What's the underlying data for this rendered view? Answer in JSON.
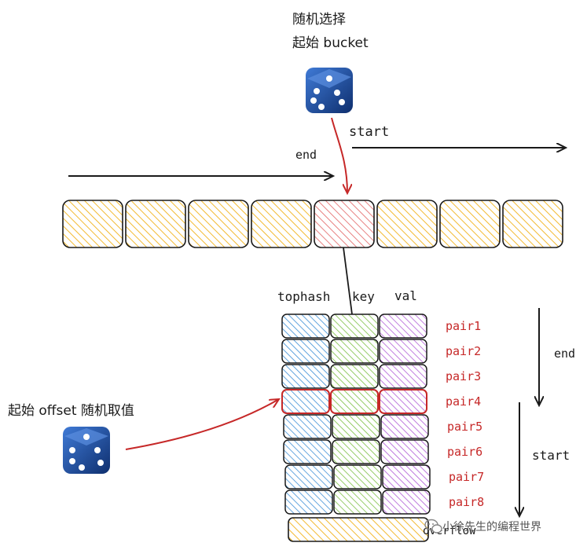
{
  "top_caption": {
    "line1": "随机选择",
    "line2": "起始 bucket"
  },
  "labels": {
    "start_top": "start",
    "end_top": "end",
    "end_right": "end",
    "start_right": "start",
    "left_caption": "起始 offset 随机取值"
  },
  "columns": {
    "tophash": "tophash",
    "key": "key",
    "val": "val"
  },
  "pairs": [
    "pair1",
    "pair2",
    "pair3",
    "pair4",
    "pair5",
    "pair6",
    "pair7",
    "pair8"
  ],
  "overflow_label": "overflow",
  "watermark": "小徐先生的编程世界",
  "colors": {
    "bucket_fill": "#f2b21a",
    "selected_bucket_fill": "#e57373",
    "tophash_fill": "#3d8fd6",
    "key_fill": "#7bc043",
    "val_fill": "#b05cd6",
    "highlight": "#c62828",
    "arrow_red": "#c62828",
    "dice": "#1e4fa8"
  },
  "icons": {
    "dice": "dice-icon",
    "watermark": "wechat-icon"
  },
  "buckets": {
    "count": 8,
    "selected_index": 4
  },
  "highlighted_pair_index": 3
}
